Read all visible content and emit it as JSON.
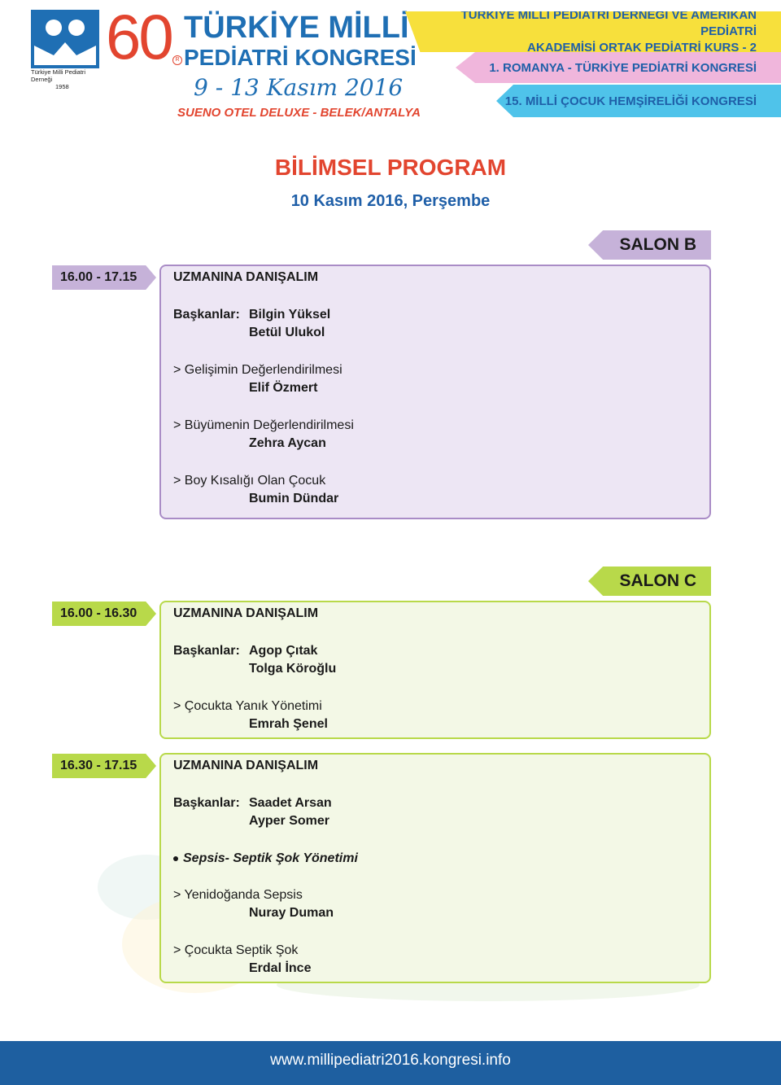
{
  "header": {
    "logo_caption_line1": "Türkiye Milli Pediatri Derneği",
    "logo_caption_line2": "1958",
    "anniversary": "60",
    "title_line1": "TÜRKİYE MİLLİ",
    "title_line2": "PEDİATRİ KONGRESİ",
    "dates": "9 - 13 Kasım 2016",
    "venue": "SUENO OTEL DELUXE - BELEK/ANTALYA",
    "banner1_line1": "TÜRKİYE MİLLİ PEDİATRİ DERNEĞİ VE AMERİKAN PEDİATRİ",
    "banner1_line2": "AKADEMİSİ ORTAK PEDİATRİ KURS - 2",
    "banner2": "1. ROMANYA - TÜRKİYE PEDİATRİ KONGRESİ",
    "banner3": "15. MİLLİ ÇOCUK HEMŞİRELİĞİ KONGRESİ"
  },
  "program": {
    "title": "BİLİMSEL PROGRAM",
    "date": "10 Kasım 2016, Perşembe"
  },
  "salon_b": {
    "label": "SALON B",
    "session": {
      "time": "16.00 - 17.15",
      "title": "UZMANINA DANIŞALIM",
      "chairs_label": "Başkanlar:",
      "chairs": [
        "Bilgin Yüksel",
        "Betül Ulukol"
      ],
      "talks": [
        {
          "title": "> Gelişimin Değerlendirilmesi",
          "speaker": "Elif Özmert"
        },
        {
          "title": "> Büyümenin Değerlendirilmesi",
          "speaker": "Zehra Aycan"
        },
        {
          "title": "> Boy Kısalığı Olan Çocuk",
          "speaker": "Bumin Dündar"
        }
      ]
    }
  },
  "salon_c": {
    "label": "SALON C",
    "sessions": [
      {
        "time": "16.00 - 16.30",
        "title": "UZMANINA DANIŞALIM",
        "chairs_label": "Başkanlar:",
        "chairs": [
          "Agop Çıtak",
          "Tolga Köroğlu"
        ],
        "talks": [
          {
            "title": "> Çocukta Yanık Yönetimi",
            "speaker": "Emrah Şenel"
          }
        ]
      },
      {
        "time": "16.30 - 17.15",
        "title": "UZMANINA DANIŞALIM",
        "chairs_label": "Başkanlar:",
        "chairs": [
          "Saadet Arsan",
          "Ayper Somer"
        ],
        "subheading": "Sepsis- Septik Şok Yönetimi",
        "talks": [
          {
            "title": "> Yenidoğanda Sepsis",
            "speaker": "Nuray Duman"
          },
          {
            "title": "> Çocukta Septik Şok",
            "speaker": "Erdal İnce"
          }
        ]
      }
    ]
  },
  "footer": {
    "url": "www.millipediatri2016.kongresi.info"
  },
  "colors": {
    "brand_blue": "#1f6fb4",
    "brand_red": "#e2452f",
    "salon_b": "#c6b2d9",
    "salon_c": "#b8d94a",
    "footer": "#1e5fa0"
  }
}
